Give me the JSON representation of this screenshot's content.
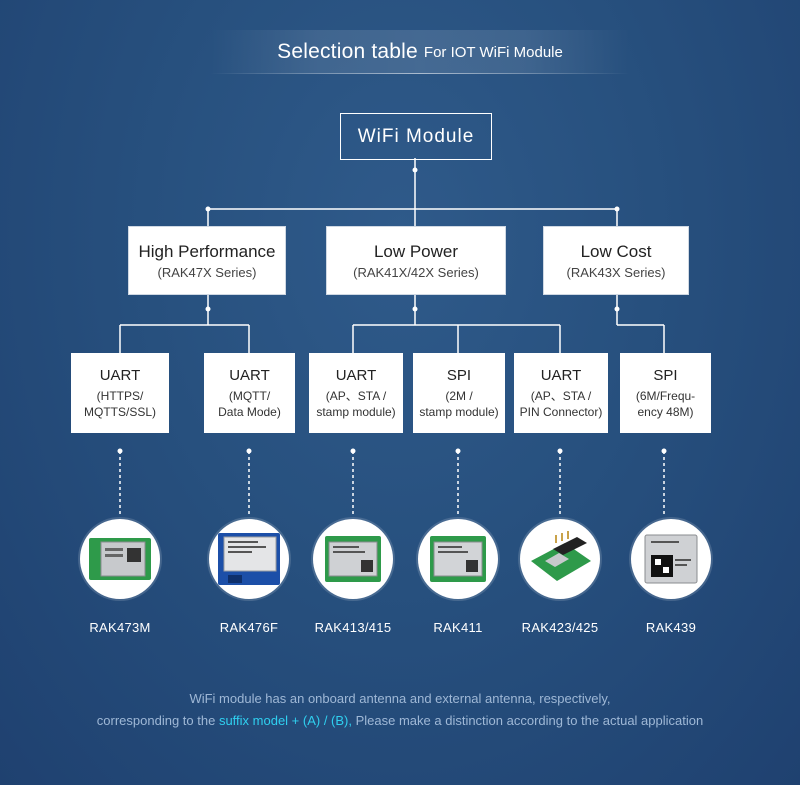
{
  "title": {
    "main": "Selection table",
    "sub": "For IOT WiFi Module"
  },
  "root": {
    "label": "WiFi Module"
  },
  "categories": [
    {
      "title": "High Performance",
      "subtitle": "(RAK47X Series)"
    },
    {
      "title": "Low Power",
      "subtitle": "(RAK41X/42X Series)"
    },
    {
      "title": "Low Cost",
      "subtitle": "(RAK43X Series)"
    }
  ],
  "interfaces": [
    {
      "title": "UART",
      "line1": "(HTTPS/",
      "line2": "MQTTS/SSL)"
    },
    {
      "title": "UART",
      "line1": "(MQTT/",
      "line2": "Data Mode)"
    },
    {
      "title": "UART",
      "line1": "(AP、STA /",
      "line2": "stamp module)"
    },
    {
      "title": "SPI",
      "line1": "(2M /",
      "line2": "stamp module)"
    },
    {
      "title": "UART",
      "line1": "(AP、STA /",
      "line2": "PIN Connector)"
    },
    {
      "title": "SPI",
      "line1": "(6M/Frequ-",
      "line2": "ency 48M)"
    }
  ],
  "products": [
    {
      "name": "RAK473M",
      "icon": "rak473m-module-icon"
    },
    {
      "name": "RAK476F",
      "icon": "rak476f-module-icon"
    },
    {
      "name": "RAK413/415",
      "icon": "rak413-module-icon"
    },
    {
      "name": "RAK411",
      "icon": "rak411-module-icon"
    },
    {
      "name": "RAK423/425",
      "icon": "rak423-module-icon"
    },
    {
      "name": "RAK439",
      "icon": "rak439-module-icon"
    }
  ],
  "note": {
    "line1": "WiFi module has an onboard antenna and external antenna, respectively,",
    "line2_pre": "corresponding to the",
    "line2_hl": "suffix model + (A) / (B),",
    "line2_post": "Please make a distinction according to the actual application"
  },
  "colors": {
    "background": "#27507e",
    "highlight": "#2fd0f0"
  }
}
